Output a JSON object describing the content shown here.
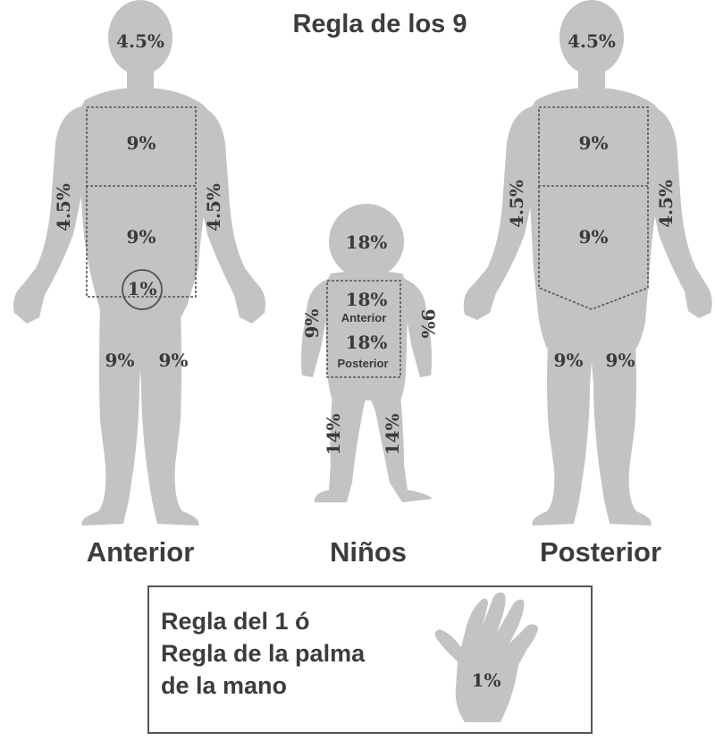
{
  "title": "Regla de los 9",
  "captions": {
    "anterior": "Anterior",
    "ninos": "Niños",
    "posterior": "Posterior"
  },
  "anterior": {
    "head": "4.5%",
    "chest": "9%",
    "abdomen": "9%",
    "genitals": "1%",
    "arm_left": "4.5%",
    "arm_right": "4.5%",
    "leg_left": "9%",
    "leg_right": "9%"
  },
  "child": {
    "head": "18%",
    "trunk_front_value": "18%",
    "trunk_front_label": "Anterior",
    "trunk_back_value": "18%",
    "trunk_back_label": "Posterior",
    "arm_left": "9%",
    "arm_right": "9%",
    "leg_left": "14%",
    "leg_right": "14%"
  },
  "posterior": {
    "head": "4.5%",
    "upper_back": "9%",
    "lower_back": "9%",
    "arm_left": "4.5%",
    "arm_right": "4.5%",
    "leg_left": "9%",
    "leg_right": "9%"
  },
  "palm_rule": {
    "line1": "Regla del 1 ó",
    "line2": "Regla de la palma",
    "line3": "de la mano",
    "value": "1%"
  },
  "colors": {
    "silhouette": "#c3c3c3",
    "text": "#3c3c3c",
    "outline": "#555555"
  }
}
